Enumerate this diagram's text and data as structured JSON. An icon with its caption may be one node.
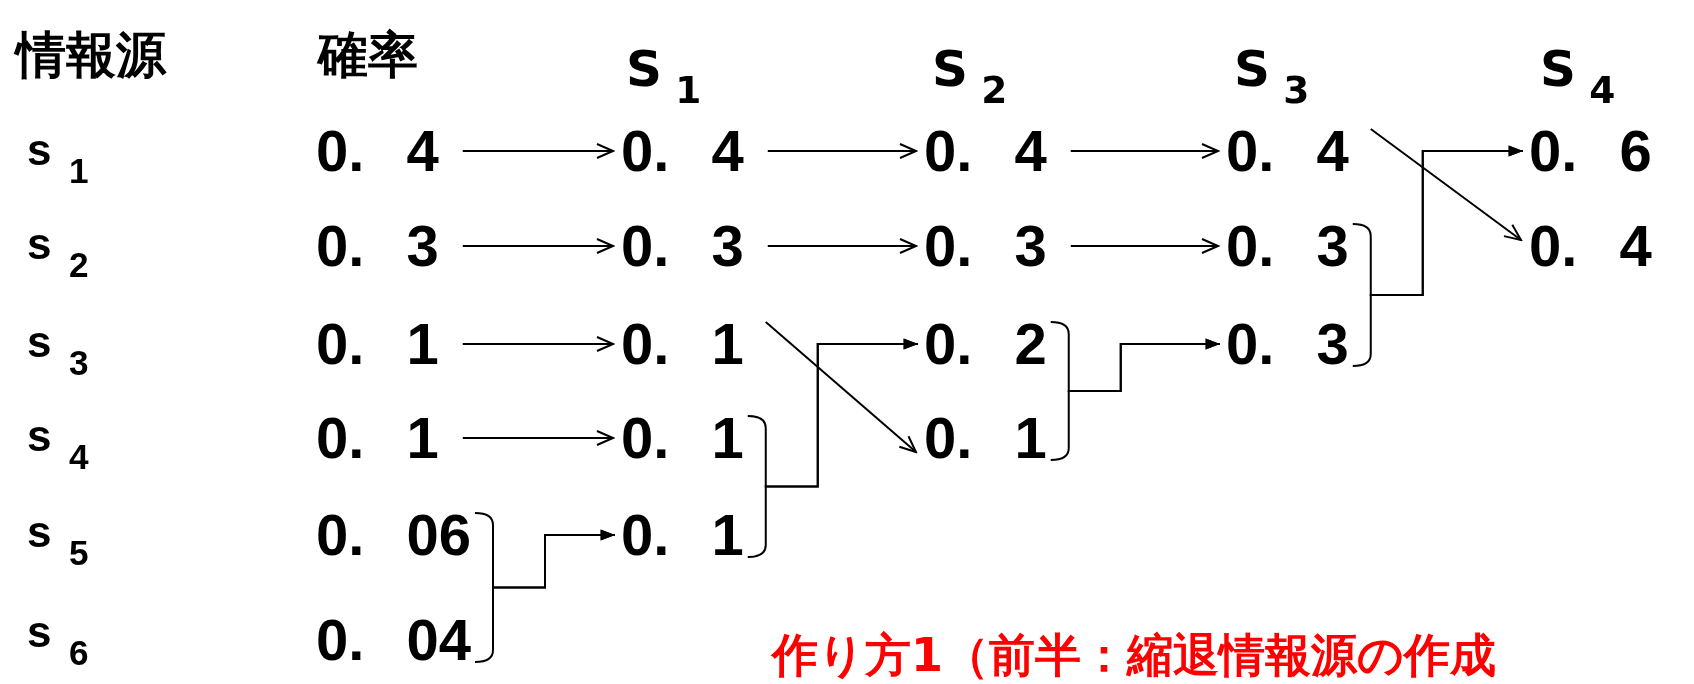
{
  "diagram": {
    "nodes": [
      {
        "text": [
          "0. 4"
        ]
      },
      {
        "text": [
          "0. 3"
        ]
      },
      {
        "text": [
          "0. 1"
        ]
      },
      {
        "text": [
          "0. 1"
        ]
      },
      {
        "text": [
          "0. 06"
        ]
      },
      {
        "text": [
          "0. 04"
        ]
      },
      {
        "text": [
          "0. 4"
        ]
      },
      {
        "text": [
          "0. 3"
        ]
      },
      {
        "text": [
          "0. 1"
        ]
      },
      {
        "text": [
          "0. 1"
        ]
      },
      {
        "text": [
          "0. 1"
        ]
      },
      {
        "text": [
          "0. 4"
        ]
      },
      {
        "text": [
          "0. 3"
        ]
      },
      {
        "text": [
          "0. 2"
        ]
      },
      {
        "text": [
          "0. 1"
        ]
      },
      {
        "text": [
          "0. 4"
        ]
      },
      {
        "text": [
          "0. 3"
        ]
      },
      {
        "text": [
          "0. 3"
        ]
      },
      {
        "text": [
          "0. 6"
        ]
      },
      {
        "text": [
          "0. 4"
        ]
      }
    ],
    "edges": [
      {
        "from": 0,
        "to": 6,
        "arrow": "to"
      },
      {
        "from": 1,
        "to": 7,
        "arrow": "to"
      },
      {
        "from": 2,
        "to": 8,
        "arrow": "to"
      },
      {
        "from": 3,
        "to": 9,
        "arrow": "to"
      },
      {
        "from": 4,
        "to": 10,
        "arrow": "to"
      },
      {
        "from": 5,
        "to": 10,
        "arrow": "to"
      },
      {
        "from": 6,
        "to": 11,
        "arrow": "to"
      },
      {
        "from": 7,
        "to": 12,
        "arrow": "to"
      },
      {
        "from": 8,
        "to": 14,
        "arrow": "to"
      },
      {
        "from": 9,
        "to": 13,
        "arrow": "to"
      },
      {
        "from": 10,
        "to": 13,
        "arrow": "to"
      },
      {
        "from": 11,
        "to": 15,
        "arrow": "to"
      },
      {
        "from": 12,
        "to": 16,
        "arrow": "to"
      },
      {
        "from": 13,
        "to": 17,
        "arrow": "to"
      },
      {
        "from": 14,
        "to": 17,
        "arrow": "to"
      },
      {
        "from": 15,
        "to": 19,
        "arrow": "to"
      },
      {
        "from": 16,
        "to": 18,
        "arrow": "to"
      },
      {
        "from": 17,
        "to": 18,
        "arrow": "to"
      }
    ],
    "labels": [
      "情報源",
      "確率",
      "S$_{1}$",
      "S$_{2}$",
      "S$_{3}$",
      "S$_{4}$",
      "s$_{1}$",
      "s$_{2}$",
      "s$_{3}$",
      "s$_{4}$",
      "s$_{5}$",
      "s$_{6}$",
      "作り方1（前半：縮退情報源の作成"
    ]
  }
}
